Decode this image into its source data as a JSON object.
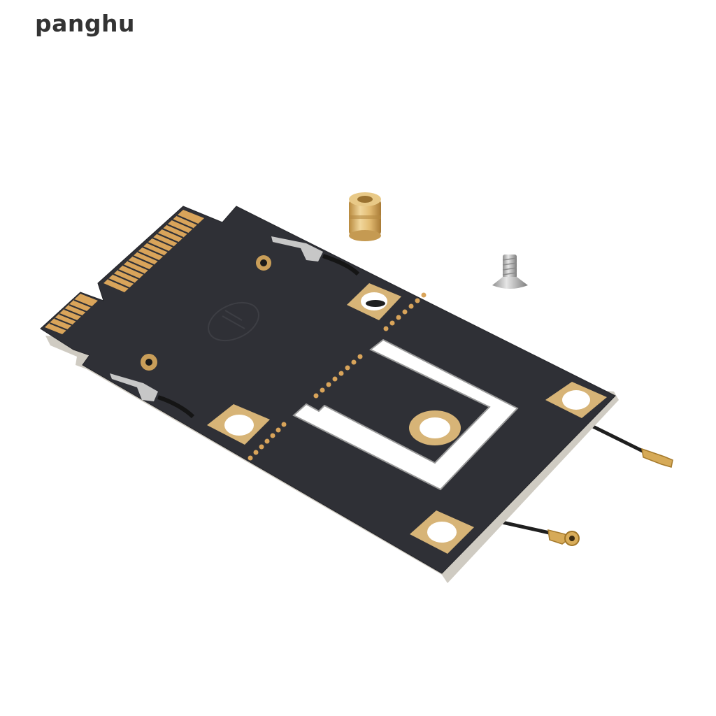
{
  "watermark": {
    "text": "panghu"
  },
  "product": {
    "subject": "Mini PCIe adapter board with antenna cables",
    "items": [
      {
        "name": "adapter-board",
        "color": "#2f3036"
      },
      {
        "name": "brass-standoff-nut",
        "color": "#d9b06a"
      },
      {
        "name": "countersunk-screw",
        "color": "#bdbdbd"
      },
      {
        "name": "antenna-cable-upper",
        "color": "#1e1e1e"
      },
      {
        "name": "antenna-cable-lower",
        "color": "#1e1e1e"
      }
    ]
  },
  "colors": {
    "background": "#ffffff",
    "pcb": "#2f3036",
    "pcb_edge": "#c9c6bd",
    "gold_pad": "#d7b477",
    "gold_contact": "#d9a45a",
    "text": "#333333"
  }
}
